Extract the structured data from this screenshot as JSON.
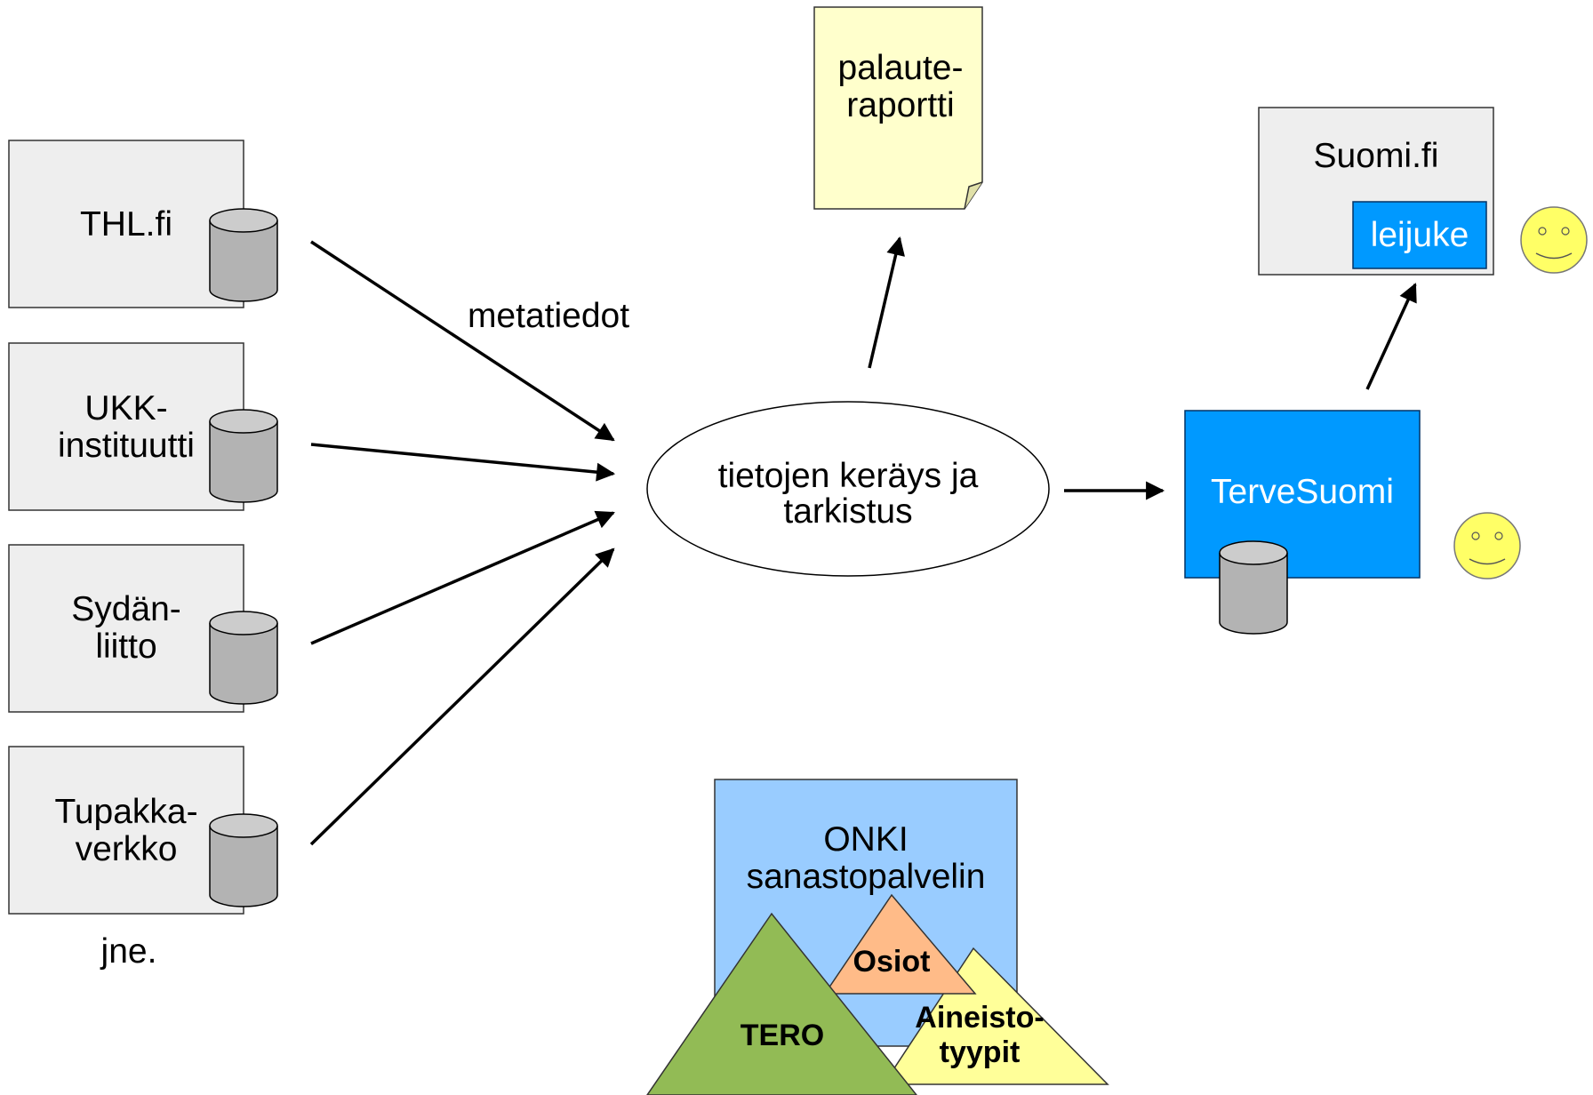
{
  "sources": [
    {
      "line1": "THL.fi",
      "line2": ""
    },
    {
      "line1": "UKK-",
      "line2": "instituutti"
    },
    {
      "line1": "Sydän-",
      "line2": "liitto"
    },
    {
      "line1": "Tupakka-",
      "line2": "verkko"
    }
  ],
  "sources_more": "jne.",
  "edge_label": "metatiedot",
  "process": {
    "line1": "tietojen keräys ja",
    "line2": "tarkistus"
  },
  "report": {
    "line1": "palaute-",
    "line2": "raportti"
  },
  "portal": {
    "title": "Suomi.fi",
    "widget": "leijuke"
  },
  "target": {
    "title": "TerveSuomi"
  },
  "onki": {
    "line1": "ONKI",
    "line2": "sanastopalvelin",
    "vocab_tero": "TERO",
    "vocab_osiot": "Osiot",
    "vocab_aineisto_line1": "Aineisto-",
    "vocab_aineisto_line2": "tyypit"
  },
  "colors": {
    "source_box": "#eeeeee",
    "report": "#ffffcc",
    "tervesuomi": "#0099ff",
    "onki": "#99ccff",
    "tero": "#92bb55",
    "osiot": "#ffbb88",
    "aineisto": "#ffff99",
    "smiley": "#ffff66"
  }
}
